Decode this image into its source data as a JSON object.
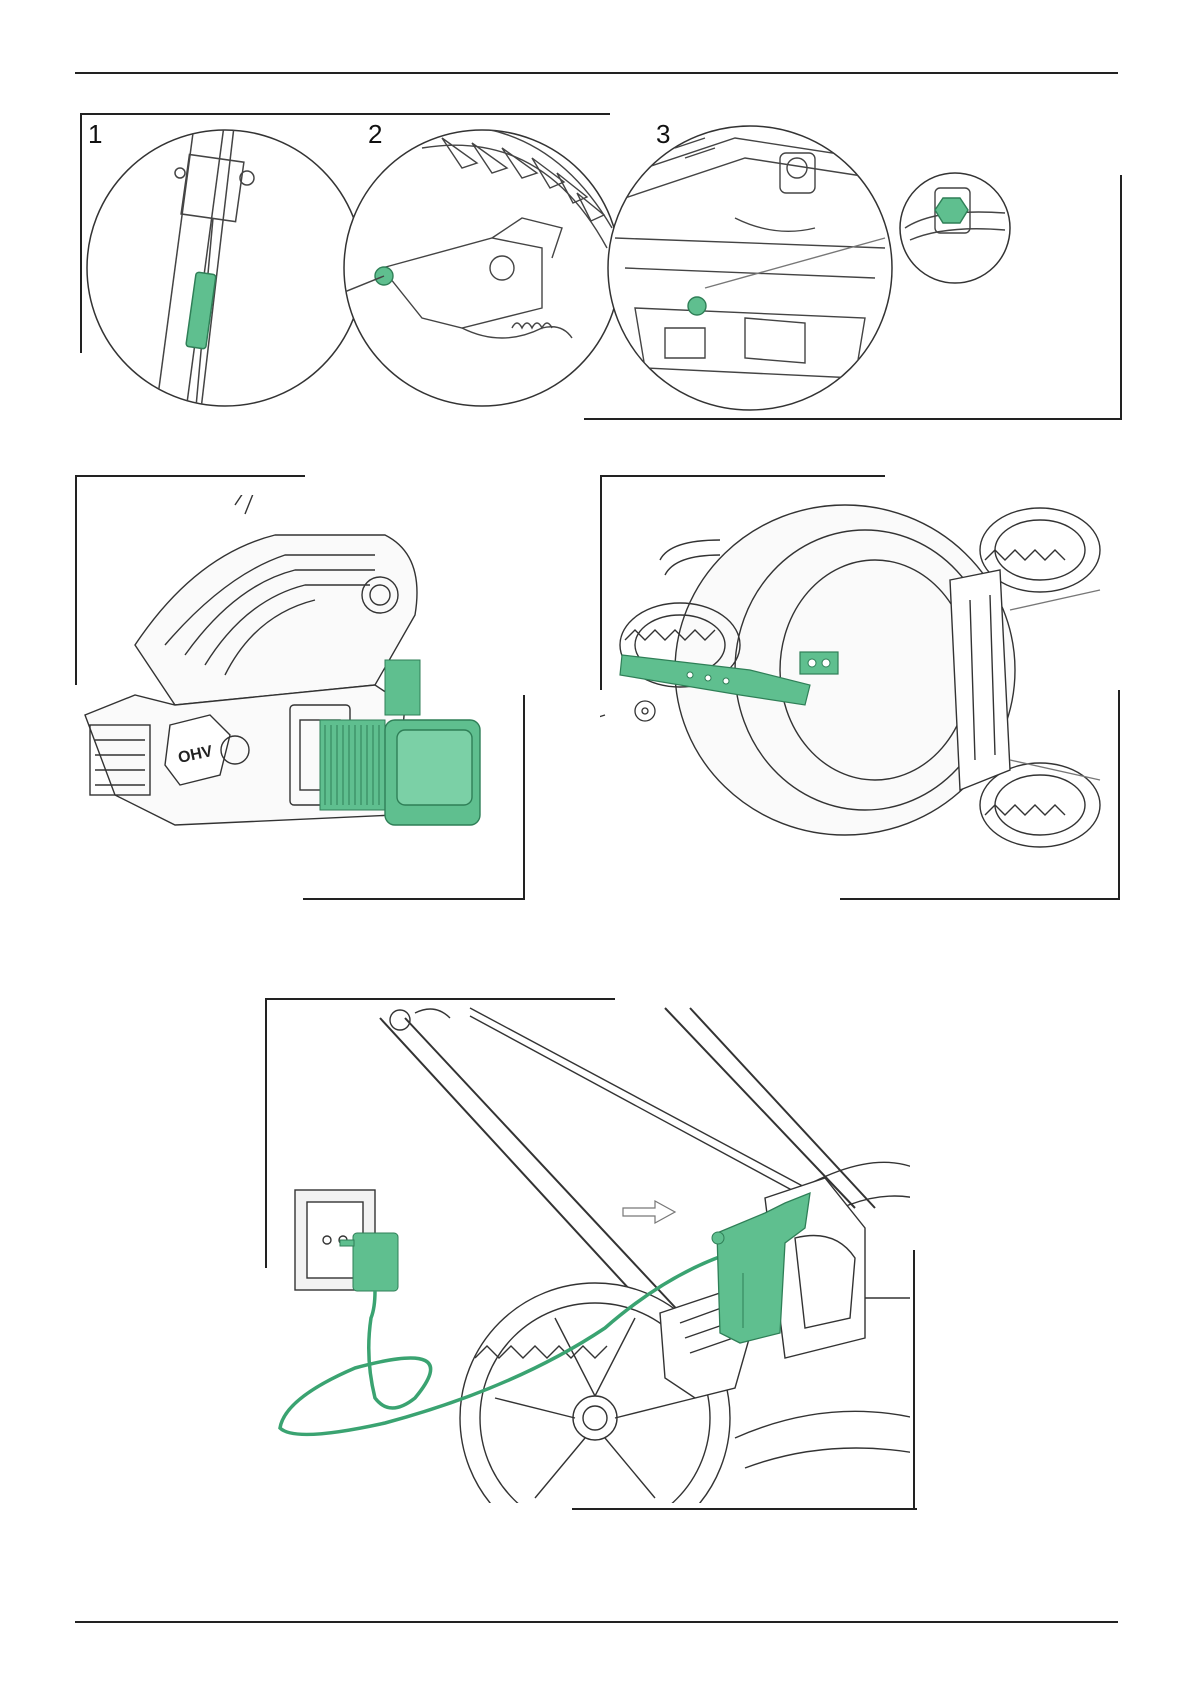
{
  "figure_top": {
    "steps": [
      {
        "label": "1"
      },
      {
        "label": "2"
      },
      {
        "label": "3"
      }
    ]
  },
  "engine_badge": "OHV",
  "colors": {
    "highlight": "#5fbf8f",
    "line": "#222222",
    "background": "#ffffff"
  },
  "icons": [
    "throttle-cable-icon",
    "brake-cable-icon",
    "spark-plug-icon",
    "air-filter-icon",
    "blade-icon",
    "charger-plug-icon",
    "wall-socket-icon",
    "battery-pack-icon"
  ]
}
